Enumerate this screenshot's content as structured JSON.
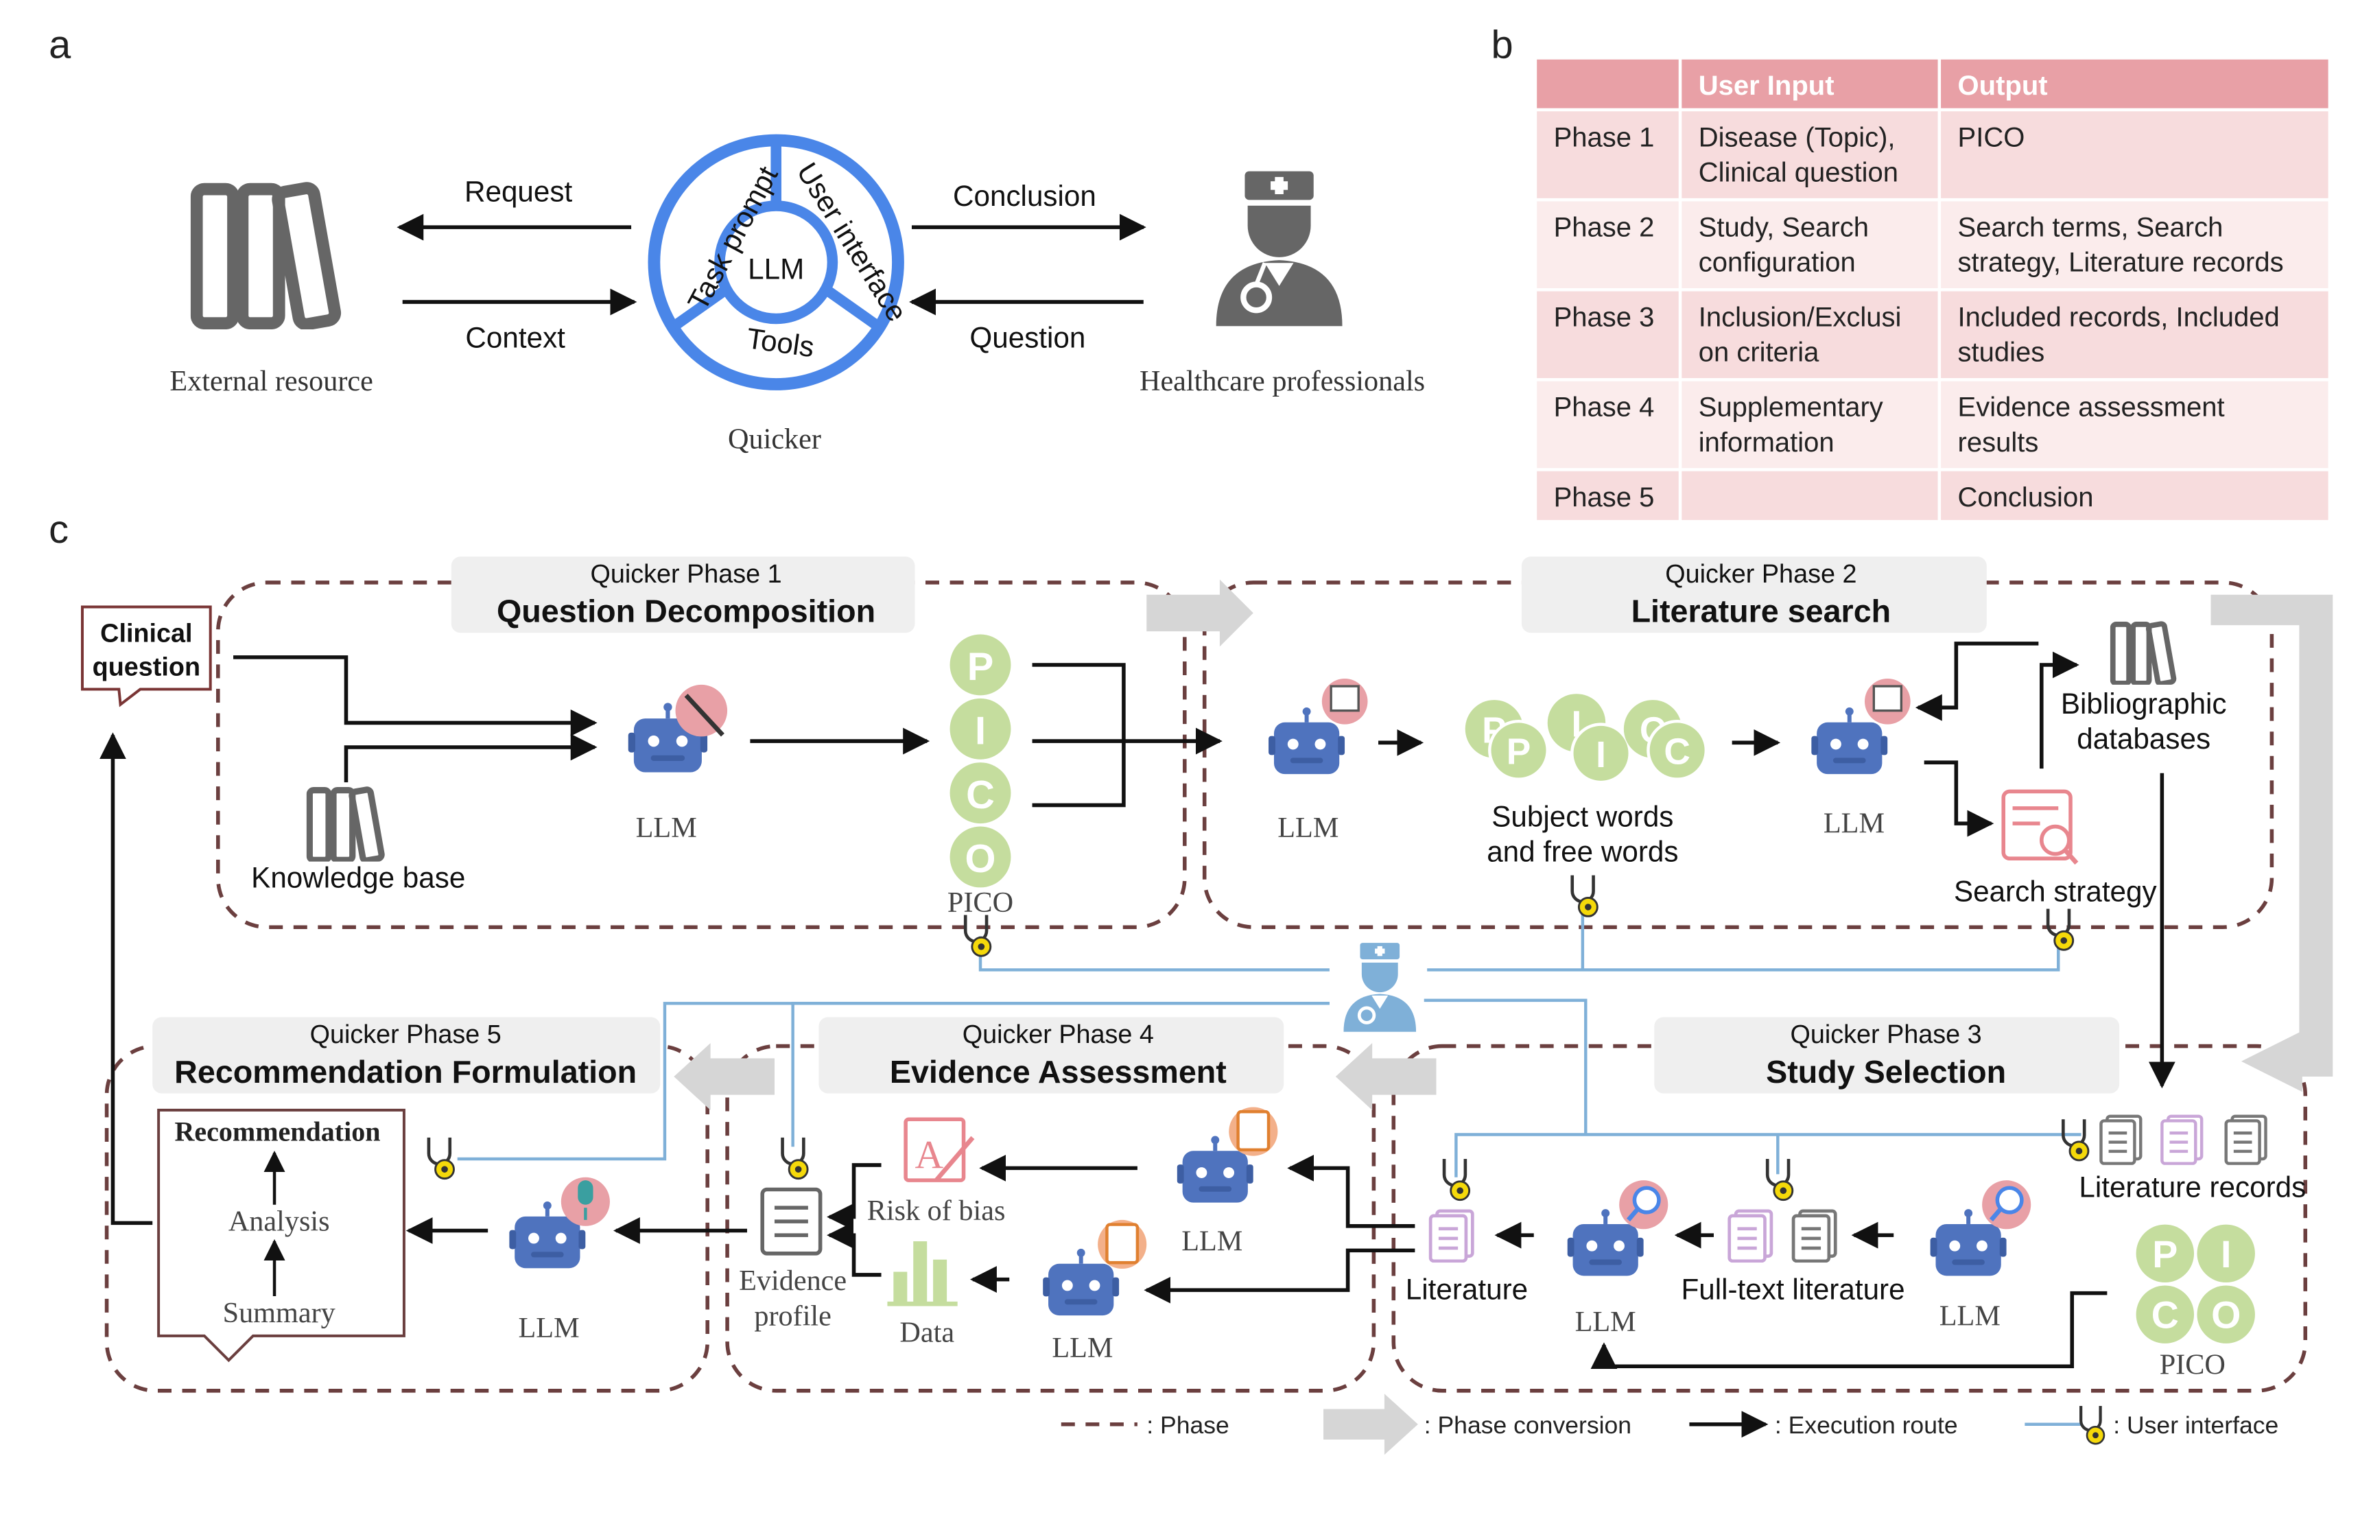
{
  "panels": {
    "a": "a",
    "b": "b",
    "c": "c"
  },
  "panel_a": {
    "request": "Request",
    "context": "Context",
    "conclusion": "Conclusion",
    "question": "Question",
    "external_resource": "External resource",
    "healthcare_professionals": "Healthcare professionals",
    "quicker": "Quicker",
    "llm": "LLM",
    "ring_task_prompt": "Task prompt",
    "ring_user_interface": "User interface",
    "ring_tools": "Tools"
  },
  "panel_b": {
    "headers": [
      "",
      "User Input",
      "Output"
    ],
    "rows": [
      {
        "phase": "Phase 1",
        "input": [
          "Disease (Topic),",
          "Clinical question"
        ],
        "output": [
          "PICO"
        ]
      },
      {
        "phase": "Phase 2",
        "input": [
          "Study, Search",
          "configuration"
        ],
        "output": [
          "Search terms, Search",
          "strategy, Literature records"
        ]
      },
      {
        "phase": "Phase 3",
        "input": [
          "Inclusion/Exclusi",
          "on criteria"
        ],
        "output": [
          "Included records, Included",
          "studies"
        ]
      },
      {
        "phase": "Phase 4",
        "input": [
          "Supplementary",
          "information"
        ],
        "output": [
          "Evidence assessment",
          "results"
        ]
      },
      {
        "phase": "Phase 5",
        "input": [],
        "output": [
          "Conclusion"
        ]
      }
    ],
    "colors": {
      "header": "#e8a0a6",
      "row_alt_a": "#f7dcdd",
      "row_alt_b": "#fbecec"
    }
  },
  "panel_c": {
    "clinical_question": [
      "Clinical",
      "question"
    ],
    "phase1": {
      "sub": "Quicker Phase 1",
      "title": "Question Decomposition"
    },
    "phase2": {
      "sub": "Quicker Phase 2",
      "title": "Literature search"
    },
    "phase3": {
      "sub": "Quicker Phase 3",
      "title": "Study Selection"
    },
    "phase4": {
      "sub": "Quicker Phase 4",
      "title": "Evidence Assessment"
    },
    "phase5": {
      "sub": "Quicker Phase 5",
      "title": "Recommendation Formulation"
    },
    "knowledge_base": "Knowledge base",
    "llm": "LLM",
    "pico": "PICO",
    "pico_letters": [
      "P",
      "I",
      "C",
      "O"
    ],
    "subject_words": [
      "Subject words",
      "and free words"
    ],
    "bibliographic": [
      "Bibliographic",
      "databases"
    ],
    "search_strategy": "Search strategy",
    "literature_records": "Literature records",
    "full_text": "Full-text literature",
    "literature": "Literature",
    "risk_of_bias": "Risk of bias",
    "data": "Data",
    "evidence_profile": [
      "Evidence",
      "profile"
    ],
    "recommendation": "Recommendation",
    "analysis": "Analysis",
    "summary": "Summary"
  },
  "legend": {
    "phase": ":  Phase",
    "phase_conversion": ":  Phase conversion",
    "execution_route": ":  Execution route",
    "user_interface": ":  User interface"
  },
  "colors": {
    "ring": "#4a86e8",
    "robot": "#4f73be",
    "pico_green": "#c5dd9e",
    "phase_border": "#6b3f3f",
    "user_line": "#7fb0d8",
    "arrow_gray": "#d6d6d6",
    "stethoscope": "#f5d90a"
  }
}
